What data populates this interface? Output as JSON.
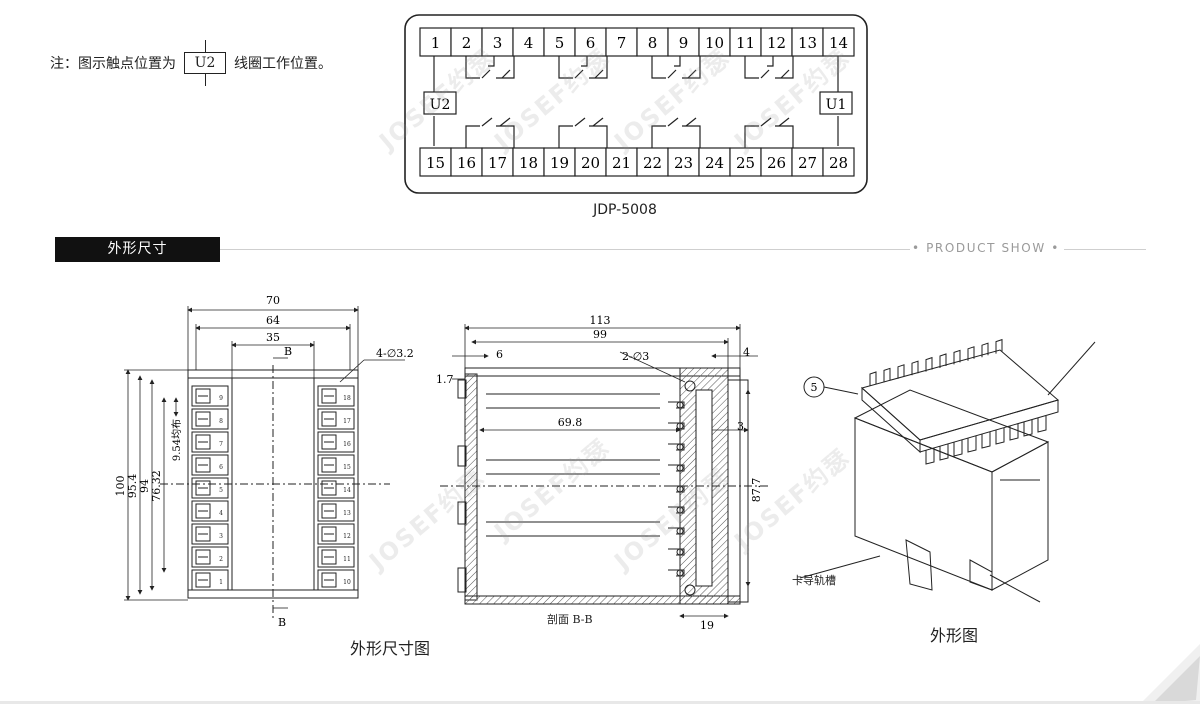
{
  "note": {
    "prefix": "注：图示触点位置为",
    "coil_label": "U2",
    "suffix": "线圈工作位置。"
  },
  "terminal_diagram": {
    "model": "JDP-5008",
    "top_terminals": [
      "1",
      "2",
      "3",
      "4",
      "5",
      "6",
      "7",
      "8",
      "9",
      "10",
      "11",
      "12",
      "13",
      "14"
    ],
    "bottom_terminals": [
      "15",
      "16",
      "17",
      "18",
      "19",
      "20",
      "21",
      "22",
      "23",
      "24",
      "25",
      "26",
      "27",
      "28"
    ],
    "coil_left": "U2",
    "coil_right": "U1"
  },
  "section": {
    "title": "外形尺寸",
    "subtitle": "PRODUCT SHOW"
  },
  "front_view": {
    "dim_70": "70",
    "dim_64": "64",
    "dim_35": "35",
    "section_mark_top": "B",
    "section_mark_bottom": "B",
    "hole_label": "4-∅3.2",
    "dim_100": "100",
    "dim_95_4": "95.4",
    "dim_94": "94",
    "dim_76_32": "76.32",
    "pitch_label": "9.54均布",
    "left_pins": [
      "9",
      "8",
      "7",
      "6",
      "5",
      "4",
      "3",
      "2",
      "1"
    ],
    "right_pins": [
      "18",
      "17",
      "16",
      "15",
      "14",
      "13",
      "12",
      "11",
      "10"
    ]
  },
  "side_view": {
    "dim_113": "113",
    "dim_99": "99",
    "dim_6": "6",
    "dim_4": "4",
    "hole_label": "2-∅3",
    "dim_1_7": "1.7",
    "dim_69_8": "69.8",
    "dim_3": "3",
    "dim_87_7": "87.7",
    "dim_19": "19",
    "section_label": "剖面 B-B"
  },
  "iso_view": {
    "callout": "5",
    "rail_label": "卡导轨槽"
  },
  "captions": {
    "dimension_drawing": "外形尺寸图",
    "outline_drawing": "外形图"
  },
  "watermark": "JOSEF约瑟",
  "colors": {
    "line": "#222222",
    "tab_bg": "#111111",
    "tab_text": "#ffffff",
    "grey_text": "#9a9a9a"
  }
}
